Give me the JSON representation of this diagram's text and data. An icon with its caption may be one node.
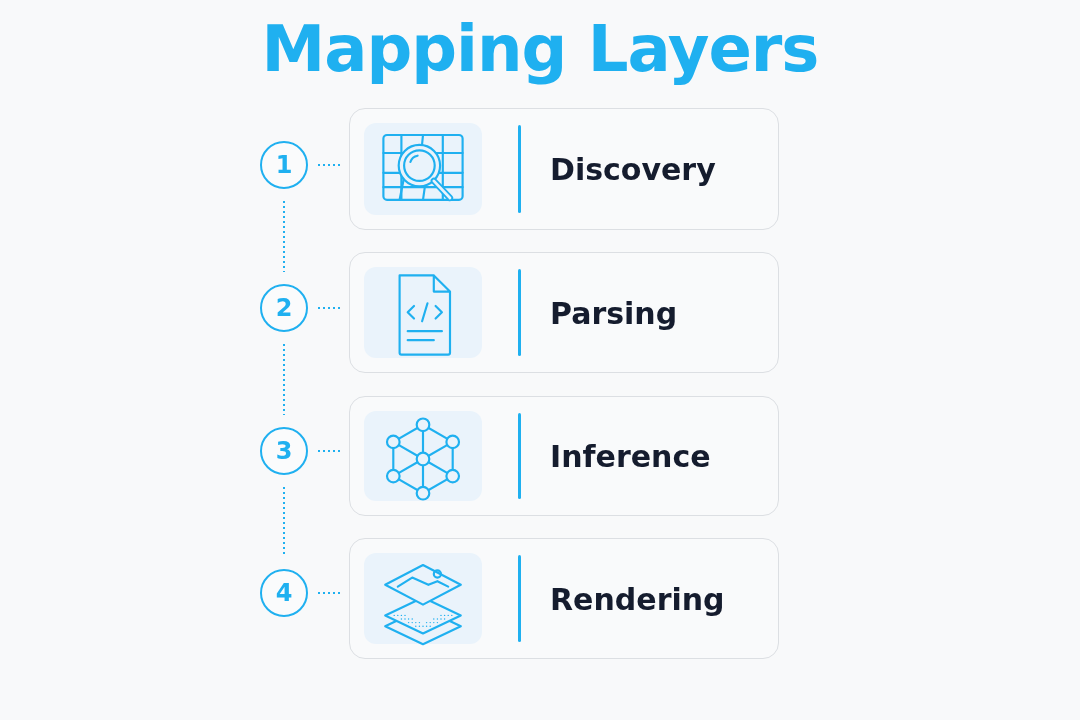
{
  "diagram": {
    "title": "Mapping Layers",
    "nodes": [
      {
        "text": [
          "1"
        ]
      },
      {
        "text": [
          "Discovery"
        ]
      },
      {
        "text": [
          "2"
        ]
      },
      {
        "text": [
          "Parsing"
        ]
      },
      {
        "text": [
          "3"
        ]
      },
      {
        "text": [
          "Inference"
        ]
      },
      {
        "text": [
          "4"
        ]
      },
      {
        "text": [
          "Rendering"
        ]
      }
    ],
    "edges": [
      {
        "from": 0,
        "to": 1,
        "arrow": "none",
        "style": "dashed"
      },
      {
        "from": 0,
        "to": 2,
        "arrow": "none",
        "style": "dashed"
      },
      {
        "from": 2,
        "to": 3,
        "arrow": "none",
        "style": "dashed"
      },
      {
        "from": 2,
        "to": 4,
        "arrow": "none",
        "style": "dashed"
      },
      {
        "from": 4,
        "to": 5,
        "arrow": "none",
        "style": "dashed"
      },
      {
        "from": 4,
        "to": 6,
        "arrow": "none",
        "style": "dashed"
      },
      {
        "from": 6,
        "to": 7,
        "arrow": "none",
        "style": "dashed"
      }
    ]
  }
}
